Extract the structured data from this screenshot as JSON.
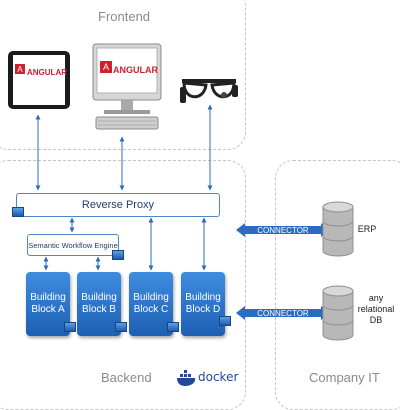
{
  "groups": {
    "frontend": "Frontend",
    "backend": "Backend",
    "company_it": "Company IT"
  },
  "frontend_devices": {
    "tablet": {
      "icon": "tablet-icon",
      "logo_text": "ANGULAR"
    },
    "desktop": {
      "icon": "desktop-computer-icon",
      "logo_text": "ANGULAR"
    },
    "smart_glasses": {
      "icon": "smart-glasses-icon"
    }
  },
  "backend": {
    "reverse_proxy": "Reverse Proxy",
    "workflow_engine": "Semantic Workflow Engine",
    "blocks": [
      {
        "line1": "Building",
        "line2": "Block A"
      },
      {
        "line1": "Building",
        "line2": "Block B"
      },
      {
        "line1": "Building",
        "line2": "Block C"
      },
      {
        "line1": "Building",
        "line2": "Block D"
      }
    ],
    "docker_logo_text": "docker"
  },
  "connectors": [
    {
      "label": "CONNECTOR"
    },
    {
      "label": "CONNECTOR"
    }
  ],
  "company_it": {
    "databases": [
      {
        "line1": "ERP",
        "line2": "",
        "line3": ""
      },
      {
        "line1": "any",
        "line2": "relational",
        "line3": "DB"
      }
    ]
  },
  "colors": {
    "accent_blue": "#2a6cc0",
    "angular_red": "#d0202e",
    "dashed_border": "#c4c4c4",
    "database_grey": "#b0b0b0"
  }
}
